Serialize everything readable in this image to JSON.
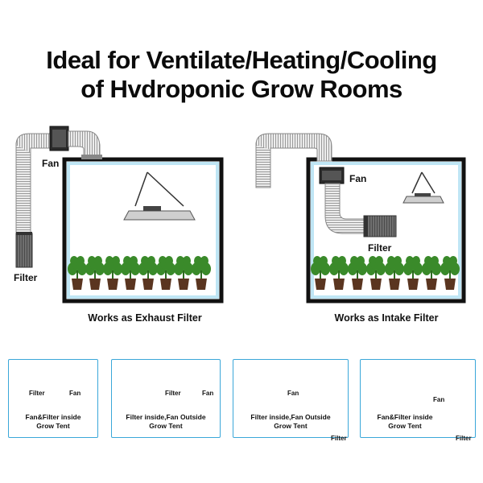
{
  "header": {
    "line1": "Ideal for Ventilate/Heating/Cooling",
    "line2": "of Hvdroponic Grow Rooms"
  },
  "exhaust": {
    "fan_label": "Fan",
    "filter_label": "Filter",
    "caption": "Works as Exhaust Filter"
  },
  "intake": {
    "fan_label": "Fan",
    "filter_label": "Filter",
    "caption": "Works as Intake Filter"
  },
  "setups": [
    {
      "filter_label": "Filter",
      "fan_label": "Fan",
      "caption_line1": "Fan&Filter inside",
      "caption_line2": "Grow Tent"
    },
    {
      "filter_label": "Filter",
      "fan_label": "Fan",
      "caption_line1": "Filter inside,Fan Outside",
      "caption_line2": "Grow Tent"
    },
    {
      "fan_label": "Fan",
      "filter_label": "Filter",
      "caption_line1": "Filter inside,Fan Outside",
      "caption_line2": "Grow Tent"
    },
    {
      "fan_label": "Fan",
      "filter_label": "Filter",
      "caption_line1": "Fan&Filter inside",
      "caption_line2": "Grow Tent"
    }
  ],
  "colors": {
    "tent_border": "#111111",
    "tent_glow": "#bfe6f5",
    "card_border": "#3aa7d9",
    "duct": "#d9d9d9",
    "plant": "#3a8a2a",
    "pot": "#5a3520"
  }
}
